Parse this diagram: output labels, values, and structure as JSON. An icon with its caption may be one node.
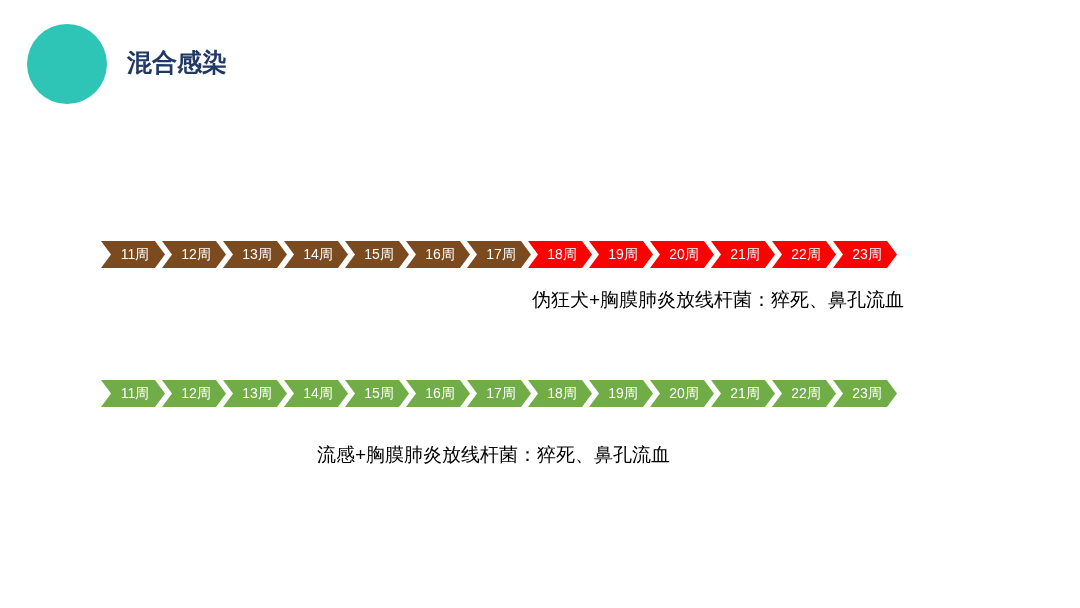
{
  "diagram": {
    "title": "混合感染",
    "nodes": [
      {
        "text": [
          "11周"
        ]
      },
      {
        "text": [
          "12周"
        ]
      },
      {
        "text": [
          "13周"
        ]
      },
      {
        "text": [
          "14周"
        ]
      },
      {
        "text": [
          "15周"
        ]
      },
      {
        "text": [
          "16周"
        ]
      },
      {
        "text": [
          "17周"
        ]
      },
      {
        "text": [
          "18周"
        ]
      },
      {
        "text": [
          "19周"
        ]
      },
      {
        "text": [
          "20周"
        ]
      },
      {
        "text": [
          "21周"
        ]
      },
      {
        "text": [
          "22周"
        ]
      },
      {
        "text": [
          "23周"
        ]
      },
      {
        "text": [
          "11周"
        ]
      },
      {
        "text": [
          "12周"
        ]
      },
      {
        "text": [
          "13周"
        ]
      },
      {
        "text": [
          "14周"
        ]
      },
      {
        "text": [
          "15周"
        ]
      },
      {
        "text": [
          "16周"
        ]
      },
      {
        "text": [
          "17周"
        ]
      },
      {
        "text": [
          "18周"
        ]
      },
      {
        "text": [
          "19周"
        ]
      },
      {
        "text": [
          "20周"
        ]
      },
      {
        "text": [
          "21周"
        ]
      },
      {
        "text": [
          "22周"
        ]
      },
      {
        "text": [
          "23周"
        ]
      }
    ],
    "edges": [],
    "labels": [
      "伪狂犬+胸膜肺炎放线杆菌：猝死、鼻孔流血",
      "流感+胸膜肺炎放线杆菌：猝死、鼻孔流血"
    ]
  }
}
